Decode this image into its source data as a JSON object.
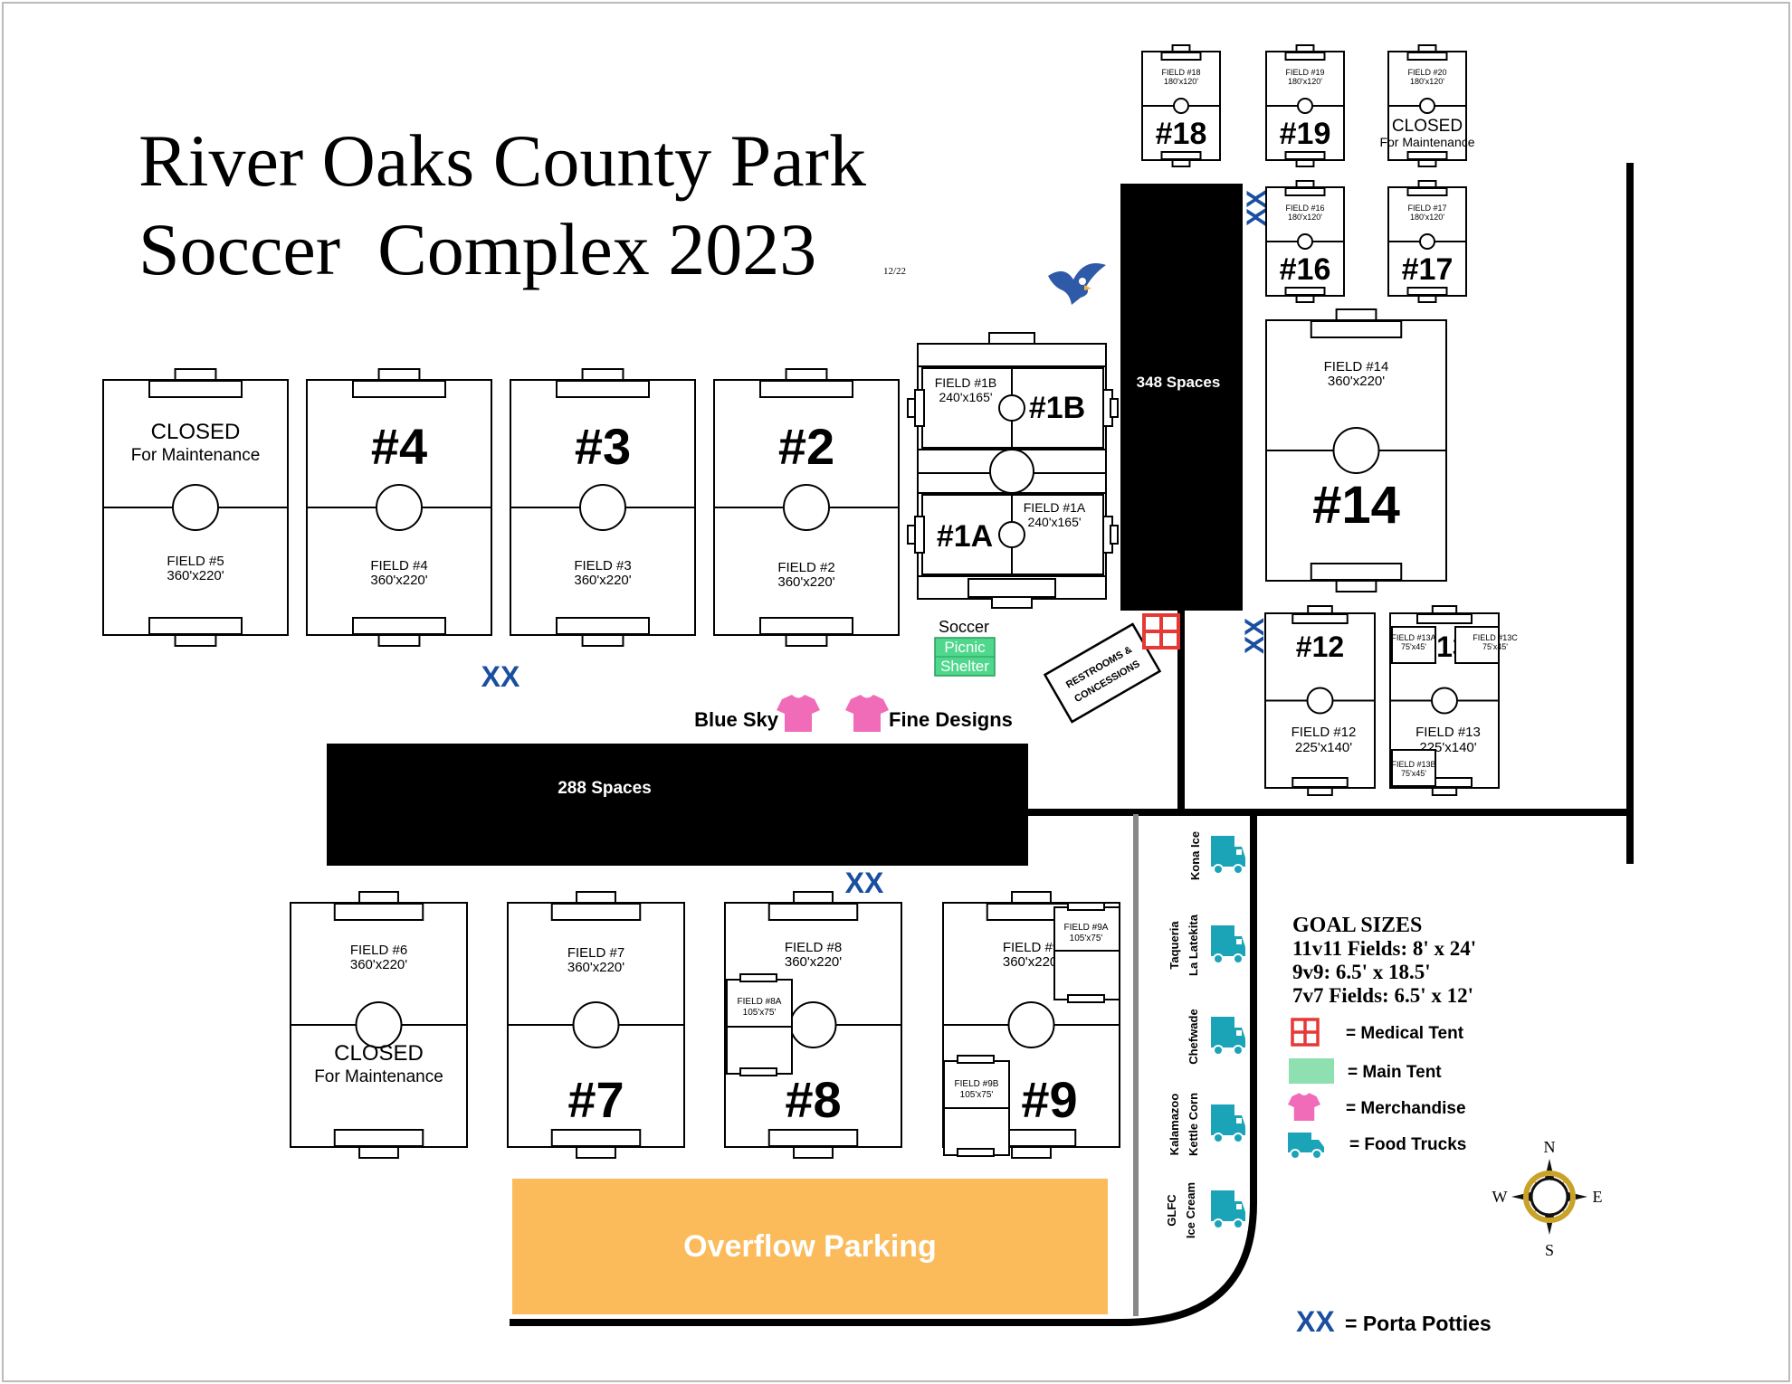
{
  "title": {
    "line1": "River Oaks County Park",
    "line2": "Soccer  Complex 2023",
    "version": "12/22"
  },
  "fields": [
    {
      "id": "f5",
      "name": "FIELD #5",
      "size": "360'x220'",
      "closed": "CLOSED",
      "closed_note": "For Maintenance"
    },
    {
      "id": "f4",
      "name": "FIELD #4",
      "size": "360'x220'",
      "number": "#4"
    },
    {
      "id": "f3",
      "name": "FIELD #3",
      "size": "360'x220'",
      "number": "#3"
    },
    {
      "id": "f2",
      "name": "FIELD #2",
      "size": "360'x220'",
      "number": "#2"
    },
    {
      "id": "f1b",
      "name": "FIELD #1B",
      "size": "240'x165'",
      "number": "#1B"
    },
    {
      "id": "f1a",
      "name": "FIELD #1A",
      "size": "240'x165'",
      "number": "#1A"
    },
    {
      "id": "f18",
      "name": "FIELD #18",
      "size": "180'x120'",
      "number": "#18"
    },
    {
      "id": "f19",
      "name": "FIELD #19",
      "size": "180'x120'",
      "number": "#19"
    },
    {
      "id": "f20",
      "name": "FIELD #20",
      "size": "180'x120'",
      "closed": "CLOSED",
      "closed_note": "For Maintenance"
    },
    {
      "id": "f16",
      "name": "FIELD #16",
      "size": "180'x120'",
      "number": "#16"
    },
    {
      "id": "f17",
      "name": "FIELD #17",
      "size": "180'x120'",
      "number": "#17"
    },
    {
      "id": "f14",
      "name": "FIELD #14",
      "size": "360'x220'",
      "number": "#14"
    },
    {
      "id": "f12",
      "name": "FIELD #12",
      "size": "225'x140'",
      "number": "#12"
    },
    {
      "id": "f13",
      "name": "FIELD #13",
      "size": "225'x140'",
      "number": "#13"
    },
    {
      "id": "f6",
      "name": "FIELD #6",
      "size": "360'x220'",
      "closed": "CLOSED",
      "closed_note": "For Maintenance"
    },
    {
      "id": "f7",
      "name": "FIELD #7",
      "size": "360'x220'",
      "number": "#7"
    },
    {
      "id": "f8",
      "name": "FIELD #8",
      "size": "360'x220'",
      "number": "#8"
    },
    {
      "id": "f9",
      "name": "FIELD #9",
      "size": "360'x220'",
      "number": "#9"
    }
  ],
  "subfields": [
    {
      "name": "FIELD #13A",
      "size": "75'x45'"
    },
    {
      "name": "FIELD #13C",
      "size": "75'x45'"
    },
    {
      "name": "FIELD #13B",
      "size": "75'x45'"
    },
    {
      "name": "FIELD #8A",
      "size": "105'x75'"
    },
    {
      "name": "FIELD #9A",
      "size": "105'x75'"
    },
    {
      "name": "FIELD #9B",
      "size": "105'x75'"
    }
  ],
  "parking": [
    {
      "label": "348 Spaces"
    },
    {
      "label": "288 Spaces"
    },
    {
      "label": "Overflow Parking",
      "color": "#FBBB5B"
    }
  ],
  "picnic_shelter": {
    "label1": "Soccer",
    "label2": "Picnic",
    "label3": "Shelter",
    "color": "#4FD88C"
  },
  "restrooms": {
    "line1": "RESTROOMS &",
    "line2": "CONCESSIONS"
  },
  "porta_potty_mark": "XX",
  "merchandise": [
    {
      "name": "Blue Sky"
    },
    {
      "name": "Fine Designs"
    }
  ],
  "food_trucks": [
    {
      "line1": "Kona Ice",
      "line2": ""
    },
    {
      "line1": "Taqueria",
      "line2": "La Latekita"
    },
    {
      "line1": "Chefwade",
      "line2": ""
    },
    {
      "line1": "Kalamazoo",
      "line2": "Kettle Corn"
    },
    {
      "line1": "GLFC",
      "line2": "Ice Cream"
    }
  ],
  "goal_sizes": {
    "heading": "GOAL SIZES",
    "lines": [
      "11v11 Fields: 8' x 24'",
      "9v9: 6.5' x 18.5'",
      "7v7 Fields:  6.5' x 12'"
    ]
  },
  "legend": [
    {
      "icon": "medical-tent-icon",
      "label": "= Medical Tent"
    },
    {
      "icon": "main-tent-icon",
      "label": "= Main Tent"
    },
    {
      "icon": "merchandise-icon",
      "label": "= Merchandise"
    },
    {
      "icon": "food-truck-icon",
      "label": "= Food Trucks"
    }
  ],
  "porta_potty_legend": {
    "mark": "XX",
    "label": "= Porta Potties"
  },
  "compass": {
    "n": "N",
    "s": "S",
    "e": "E",
    "w": "W"
  },
  "colors": {
    "porta_potty": "#1A4FA0",
    "medical": "#E53935",
    "merch": "#F06BB8",
    "truck": "#1BA3B8",
    "overflow": "#FBBB5B",
    "main_tent": "#4FD88C"
  }
}
